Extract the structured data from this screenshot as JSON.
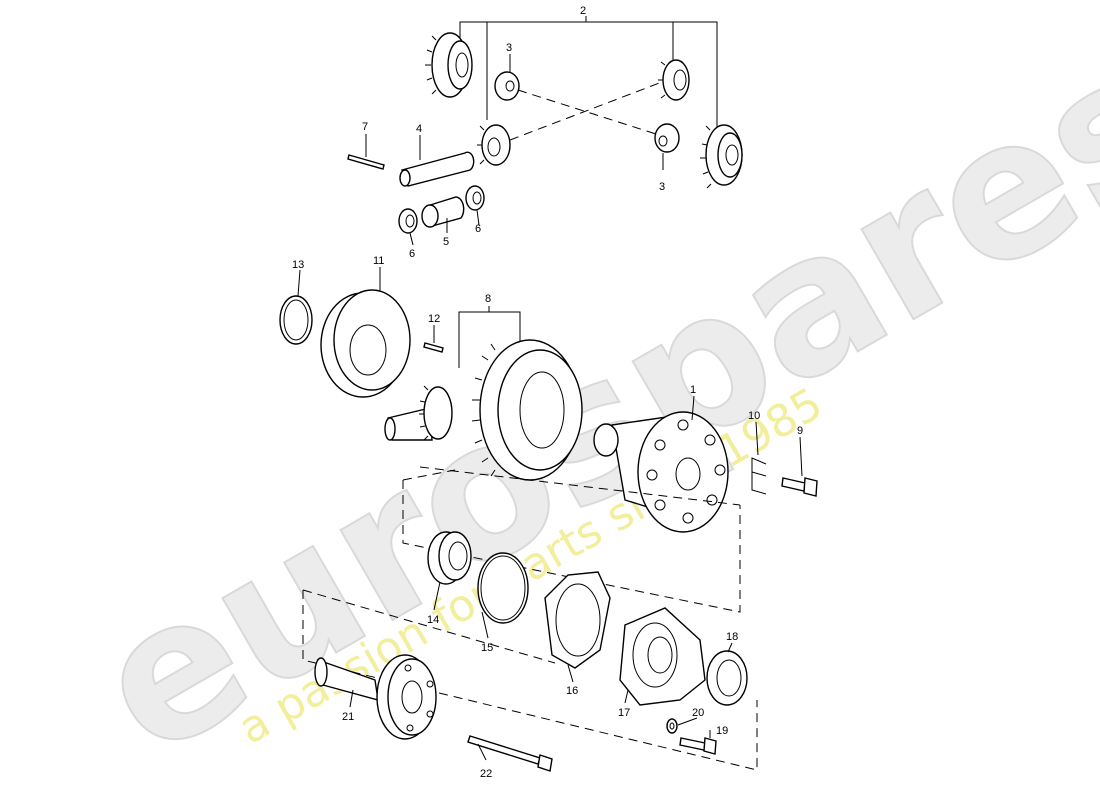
{
  "watermark": {
    "brand": "eurospares",
    "tagline": "a passion for parts since 1985"
  },
  "callouts": [
    {
      "id": "1",
      "label": "1"
    },
    {
      "id": "2",
      "label": "2"
    },
    {
      "id": "3a",
      "label": "3"
    },
    {
      "id": "3b",
      "label": "3"
    },
    {
      "id": "4",
      "label": "4"
    },
    {
      "id": "5",
      "label": "5"
    },
    {
      "id": "6a",
      "label": "6"
    },
    {
      "id": "6b",
      "label": "6"
    },
    {
      "id": "7",
      "label": "7"
    },
    {
      "id": "8",
      "label": "8"
    },
    {
      "id": "9",
      "label": "9"
    },
    {
      "id": "10",
      "label": "10"
    },
    {
      "id": "11",
      "label": "11"
    },
    {
      "id": "12",
      "label": "12"
    },
    {
      "id": "13",
      "label": "13"
    },
    {
      "id": "14",
      "label": "14"
    },
    {
      "id": "15",
      "label": "15"
    },
    {
      "id": "16",
      "label": "16"
    },
    {
      "id": "17",
      "label": "17"
    },
    {
      "id": "18",
      "label": "18"
    },
    {
      "id": "19",
      "label": "19"
    },
    {
      "id": "20",
      "label": "20"
    },
    {
      "id": "21",
      "label": "21"
    },
    {
      "id": "22",
      "label": "22"
    }
  ]
}
